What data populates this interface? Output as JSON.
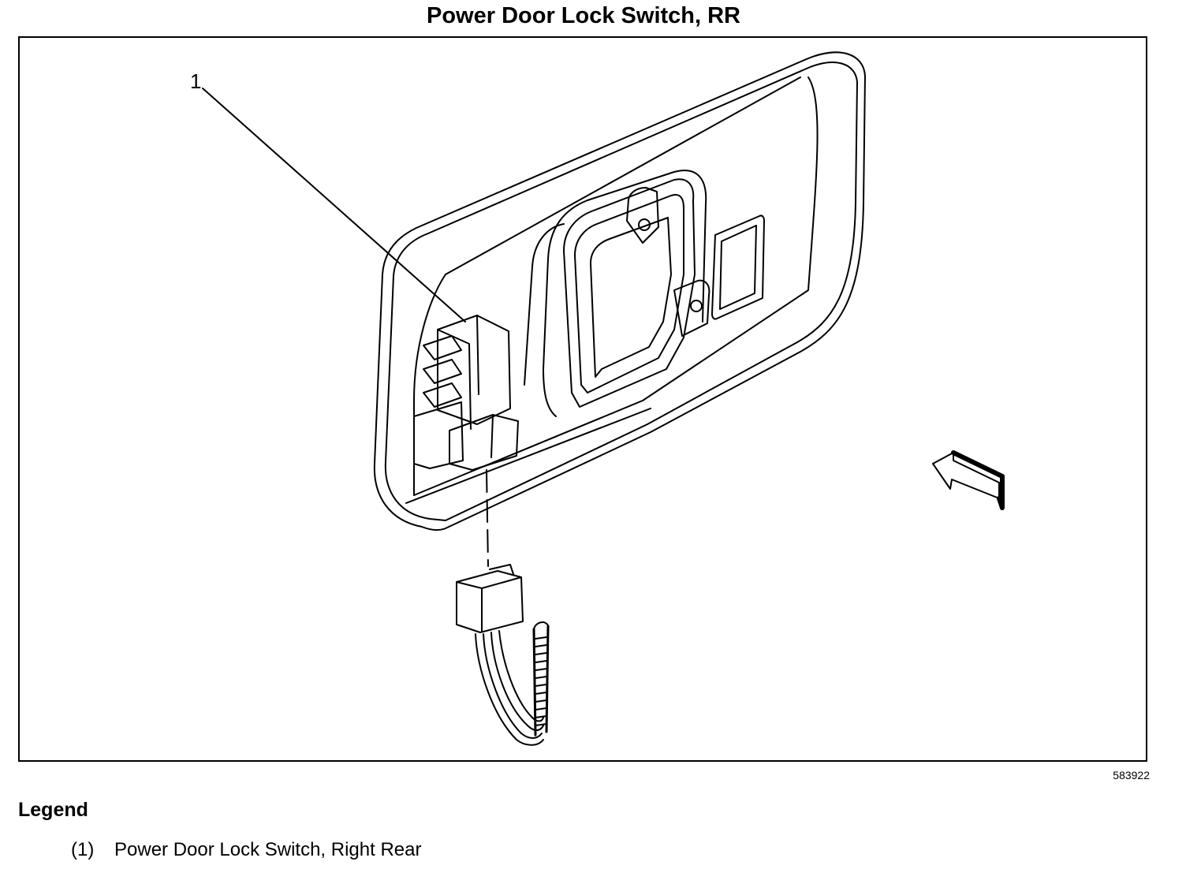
{
  "title": "Power Door Lock Switch, RR",
  "figure": {
    "callout": "1",
    "id": "583922",
    "parts": [
      "door-trim-panel",
      "lock-switch",
      "wiring-connector",
      "direction-arrow"
    ]
  },
  "legend": {
    "heading": "Legend",
    "items": [
      {
        "num": "(1)",
        "label": "Power Door Lock Switch, Right Rear"
      }
    ]
  }
}
